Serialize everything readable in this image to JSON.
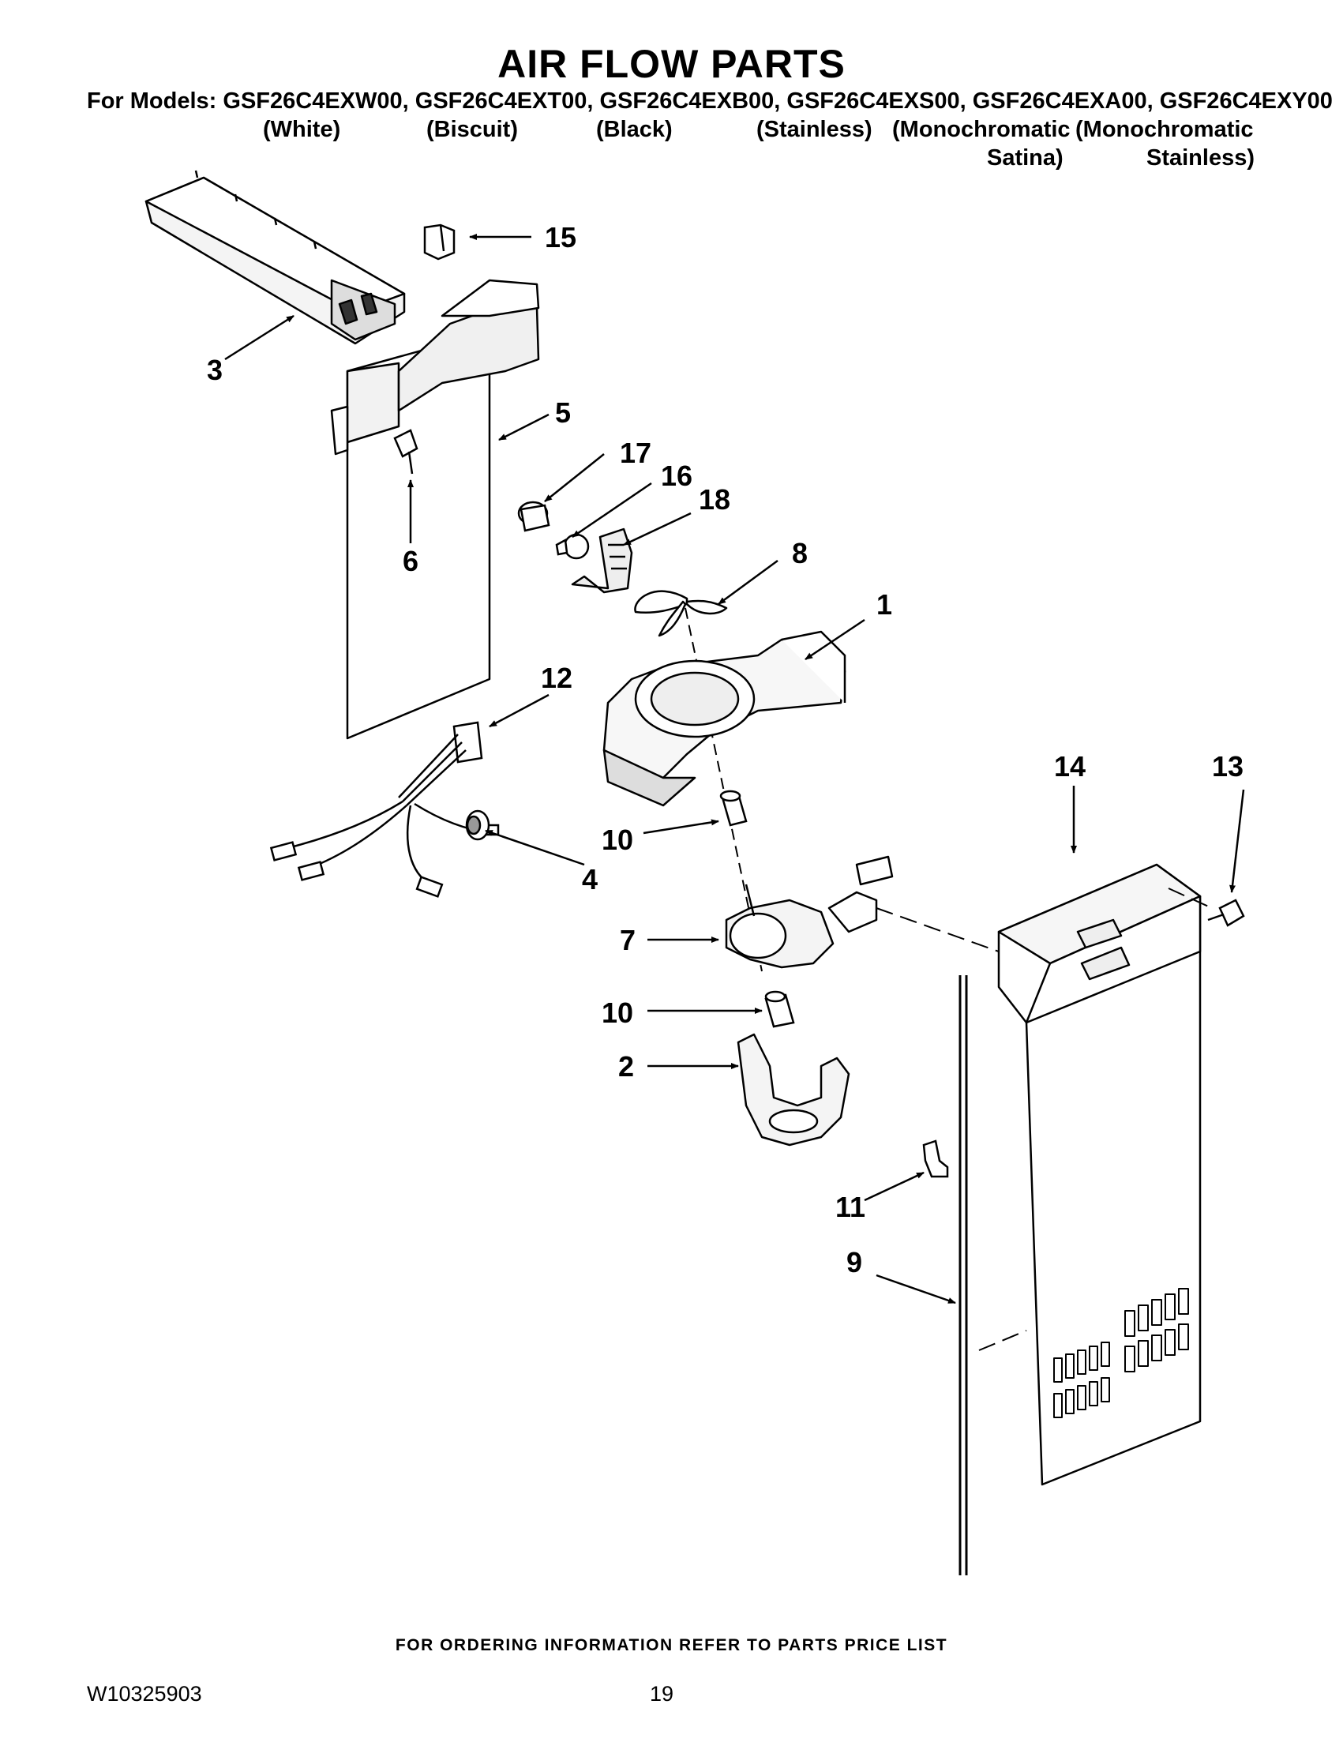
{
  "page": {
    "title": "AIR FLOW PARTS",
    "models_line": "For Models: GSF26C4EXW00, GSF26C4EXT00, GSF26C4EXB00, GSF26C4EXS00, GSF26C4EXA00, GSF26C4EXY00",
    "variants": {
      "white": "(White)",
      "biscuit": "(Biscuit)",
      "black": "(Black)",
      "stainless": "(Stainless)",
      "mono_satina_1": "(Monochromatic",
      "mono_satina_2": "Satina)",
      "mono_stainless_1": "(Monochromatic",
      "mono_stainless_2": "Stainless)"
    },
    "ordering_info": "FOR ORDERING INFORMATION REFER TO PARTS PRICE LIST",
    "doc_number": "W10325903",
    "page_number": "19"
  },
  "callouts": {
    "c1": "1",
    "c2": "2",
    "c3": "3",
    "c4": "4",
    "c5": "5",
    "c6": "6",
    "c7": "7",
    "c8": "8",
    "c9": "9",
    "c10a": "10",
    "c10b": "10",
    "c11": "11",
    "c12": "12",
    "c13": "13",
    "c14": "14",
    "c15": "15",
    "c16": "16",
    "c17": "17",
    "c18": "18"
  }
}
